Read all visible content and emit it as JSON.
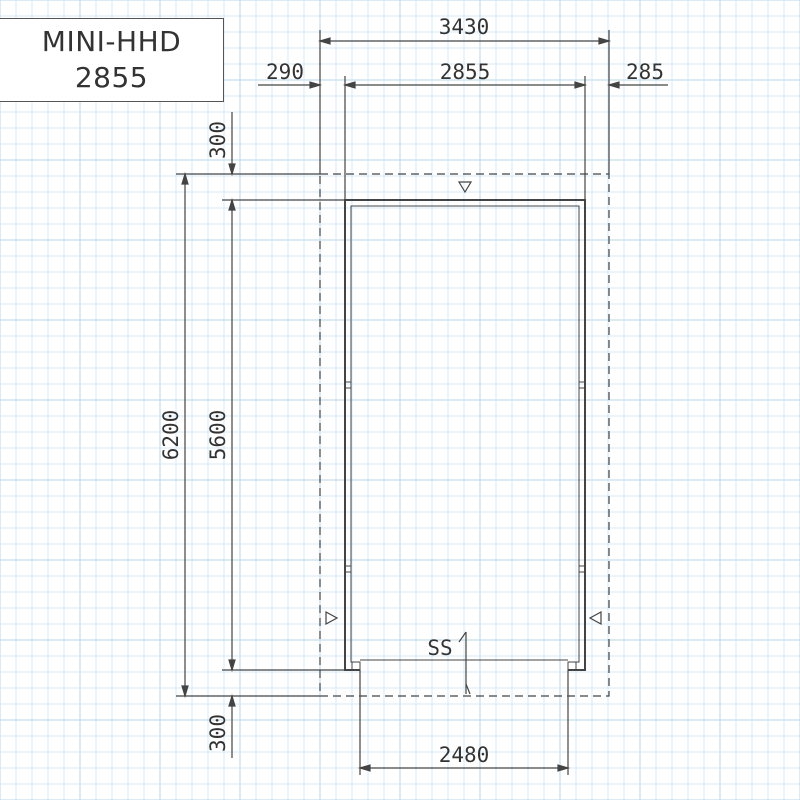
{
  "title": {
    "model": "MINI-HHD",
    "size": "2855"
  },
  "dimensions": {
    "overall_width": "3430",
    "left_overhang": "290",
    "inner_width": "2855",
    "right_overhang": "285",
    "overall_depth": "6200",
    "inner_depth": "5600",
    "front_overhang": "300",
    "rear_overhang": "300",
    "opening_width": "2480"
  },
  "annotations": {
    "section_mark": "SS"
  },
  "colors": {
    "grid_minor": "#d6e8f4",
    "grid_major": "#b8d5ea",
    "line": "#444444"
  }
}
